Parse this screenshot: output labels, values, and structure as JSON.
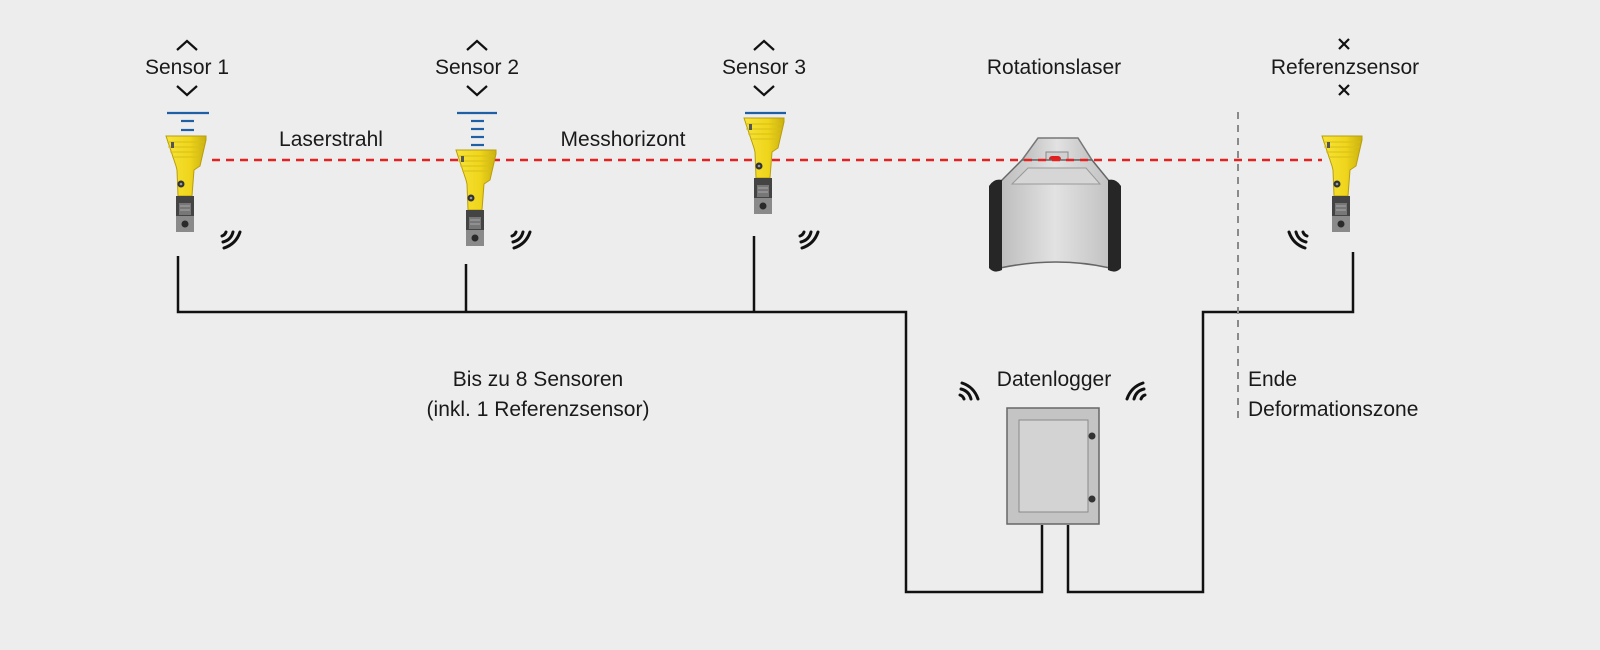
{
  "sensors": [
    {
      "label": "Sensor 1"
    },
    {
      "label": "Sensor 2"
    },
    {
      "label": "Sensor 3"
    }
  ],
  "reference_sensor": {
    "label": "Referenzsensor"
  },
  "rotation_laser": {
    "label": "Rotationslaser"
  },
  "beam": {
    "label": "Laserstrahl",
    "horizon_label": "Messhorizont",
    "color": "#e32222"
  },
  "datalogger": {
    "label": "Datenlogger"
  },
  "capacity": {
    "line1": "Bis zu 8 Sensoren",
    "line2": "(inkl. 1 Referenzsensor)"
  },
  "zone_end": {
    "line1": "Ende",
    "line2": "Deformationszone"
  },
  "colors": {
    "background": "#ededed",
    "sensor_body": "#f2dc1c",
    "level_marks": "#1f5fa6",
    "cable": "#111111",
    "zone_line": "#8a8a8a"
  }
}
